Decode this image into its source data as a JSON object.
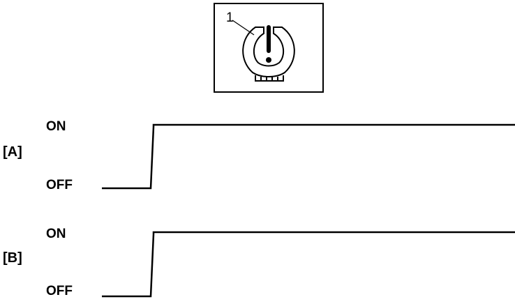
{
  "indicator": {
    "icon": "tire-pressure-warning-icon",
    "callout": "1"
  },
  "signals": [
    {
      "label": "[A]",
      "on": "ON",
      "off": "OFF",
      "transition": "OFF→ON"
    },
    {
      "label": "[B]",
      "on": "ON",
      "off": "OFF",
      "transition": "OFF→ON"
    }
  ]
}
